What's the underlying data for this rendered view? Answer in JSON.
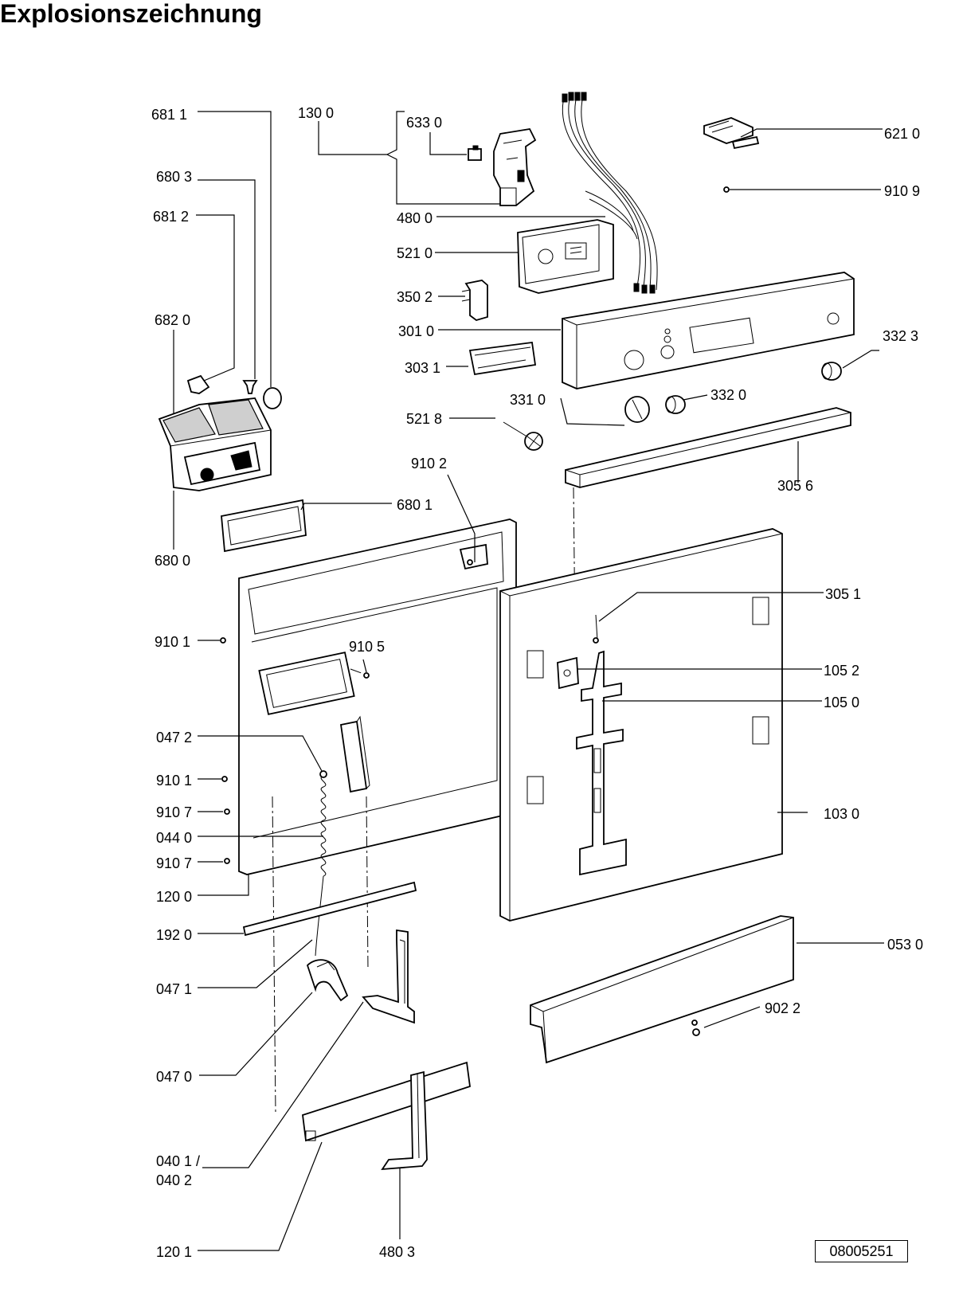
{
  "title": "Explosionszeichnung",
  "drawing_number": "08005251",
  "callouts": {
    "c6811": "681 1",
    "c1300": "130 0",
    "c6330": "633 0",
    "c6210": "621 0",
    "c6803": "680 3",
    "c9109": "910 9",
    "c6812": "681 2",
    "c4800": "480 0",
    "c5210": "521 0",
    "c3502": "350 2",
    "c6820": "682 0",
    "c3010": "301 0",
    "c3323": "332 3",
    "c3031": "303 1",
    "c3310": "331 0",
    "c3320": "332 0",
    "c5218": "521 8",
    "c9102": "910 2",
    "c3056": "305 6",
    "c6801": "680 1",
    "c6800": "680 0",
    "c3051": "305 1",
    "c9101a": "910 1",
    "c9105": "910 5",
    "c1052": "105 2",
    "c1050": "105 0",
    "c0472": "047 2",
    "c9101b": "910 1",
    "c9107a": "910 7",
    "c1030": "103 0",
    "c0440": "044 0",
    "c9107b": "910 7",
    "c1200": "120 0",
    "c1920": "192 0",
    "c0530": "053 0",
    "c0471": "047 1",
    "c9022": "902 2",
    "c0470": "047 0",
    "c0401": "040 1 /",
    "c0402": "040 2",
    "c1201": "120 1",
    "c4803": "480 3"
  }
}
